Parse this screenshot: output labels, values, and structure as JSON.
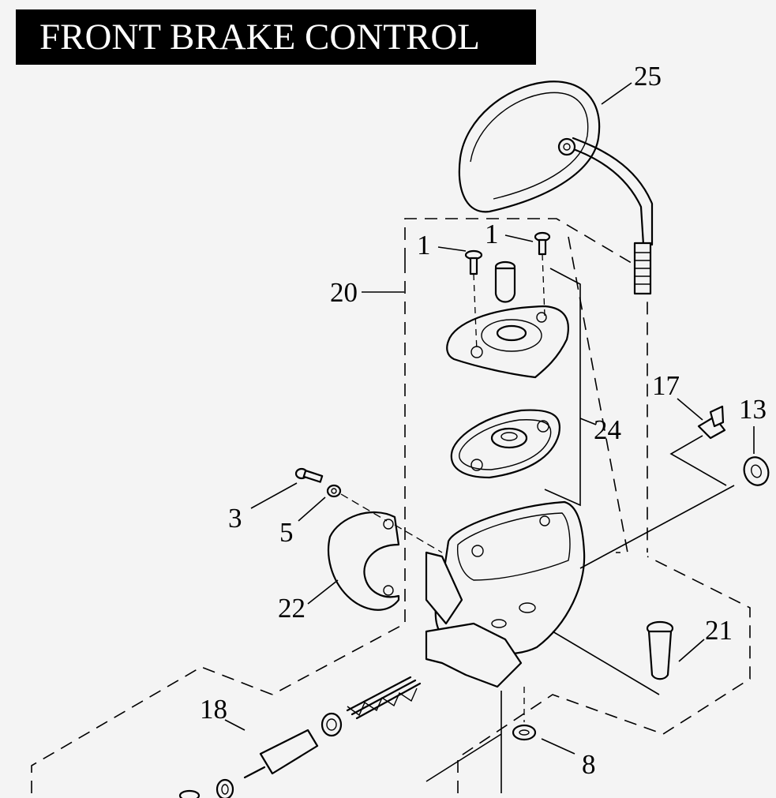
{
  "title": "FRONT BRAKE CONTROL",
  "callouts": {
    "c25": "25",
    "c1a": "1",
    "c1b": "1",
    "c20": "20",
    "c17": "17",
    "c13": "13",
    "c24": "24",
    "c3": "3",
    "c5": "5",
    "c22": "22",
    "c21": "21",
    "c18": "18",
    "c8": "8"
  }
}
